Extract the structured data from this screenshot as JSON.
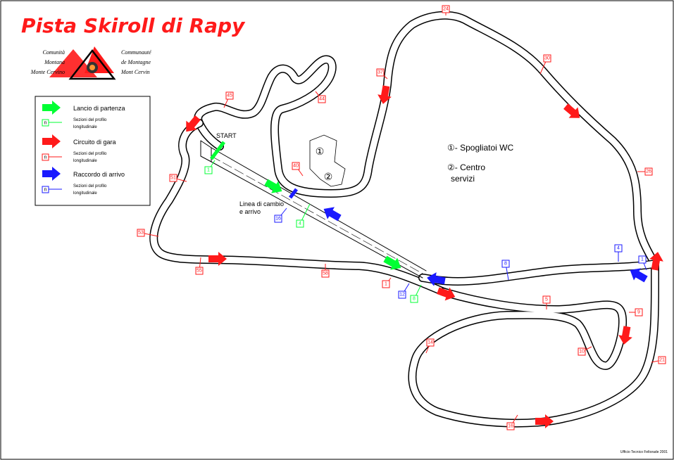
{
  "title": "Pista Skiroll di Rapy",
  "logo": {
    "left": [
      "Comunità",
      "Montana",
      "Monte Cervino"
    ],
    "right": [
      "Communauté",
      "de Montagne",
      "Mont Cervin"
    ]
  },
  "legend": {
    "items": [
      {
        "label": "Lancio di partenza",
        "color": "#00ff33",
        "sub_badge": "n",
        "sub_label": [
          "Sezioni del profilo",
          "longitudinale"
        ]
      },
      {
        "label": "Circuito di gara",
        "color": "#ff1a1a",
        "sub_badge": "n",
        "sub_label": [
          "Sezioni del profilo",
          "longitudinale"
        ]
      },
      {
        "label": "Raccordo di arrivo",
        "color": "#1a1aff",
        "sub_badge": "n",
        "sub_label": [
          "Sezioni del profilo",
          "longitudinale"
        ]
      }
    ]
  },
  "labels": {
    "start": "START",
    "change_line": [
      "Linea di cambio",
      "e arrivo"
    ],
    "building1": "①",
    "building2": "②",
    "service1": "①- Spogliatoi   WC",
    "service2": [
      "②- Centro",
      "servizi"
    ],
    "credit": "Ufficio Tecnico Feltorade 2001"
  },
  "markers": {
    "red": [
      "24",
      "30",
      "37",
      "44",
      "45",
      "26",
      "40",
      "51",
      "53",
      "55",
      "58",
      "1",
      "5",
      "9",
      "10",
      "14",
      "16",
      "21"
    ],
    "green": [
      "1",
      "4",
      "8"
    ],
    "blue": [
      "16",
      "12",
      "8",
      "4",
      "1"
    ]
  },
  "colors": {
    "red": "#ff1a1a",
    "green": "#00ff33",
    "blue": "#1a1aff",
    "track": "#000000"
  }
}
